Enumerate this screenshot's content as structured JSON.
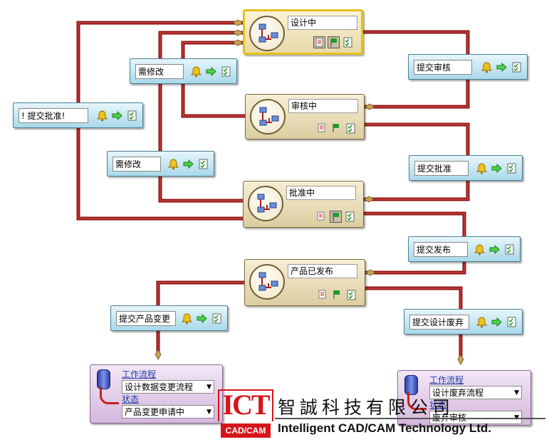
{
  "states": {
    "designing": {
      "label": "设计中"
    },
    "reviewing": {
      "label": "审核中"
    },
    "approving": {
      "label": "批准中"
    },
    "released": {
      "label": "产品已发布"
    }
  },
  "transitions": {
    "submit_review": {
      "label": "提交审核"
    },
    "needs_fix_1": {
      "label": "需修改"
    },
    "submit_approval_back": {
      "label": "! 提交批准!"
    },
    "needs_fix_2": {
      "label": "需修改"
    },
    "submit_approval": {
      "label": "提交批准"
    },
    "submit_release": {
      "label": "提交发布"
    },
    "submit_change": {
      "label": "提交产品变更"
    },
    "submit_scrap": {
      "label": "提交设计废弃"
    }
  },
  "references": {
    "change": {
      "workflow_label": "工作流程",
      "workflow_value": "设计数据变更流程",
      "state_label": "状态",
      "state_value": "产品变更申请中"
    },
    "scrap": {
      "workflow_label": "工作流程",
      "workflow_value": "设计废弃流程",
      "state_label": "状态",
      "state_value": "废弃审核"
    }
  },
  "icons": {
    "state": [
      "workflow-diagram-icon",
      "document-icon",
      "flag-icon",
      "checklist-icon"
    ],
    "transition": [
      "bell-icon",
      "arrow-right-icon",
      "checklist-icon"
    ]
  },
  "colors": {
    "wire": "#8e1313",
    "wire_highlight": "#d85050",
    "state_fill": "#e6d9b0",
    "active_border": "#e2c21c",
    "transition_fill": "#bfe3f0",
    "reference_fill": "#e0c8e6",
    "logo_red": "#d7141b"
  },
  "logo": {
    "mark": "ICT",
    "sub": "CAD/CAM",
    "company_cn": "智誠科技有限公司",
    "company_en": "Intelligent CAD/CAM Technology Ltd."
  }
}
